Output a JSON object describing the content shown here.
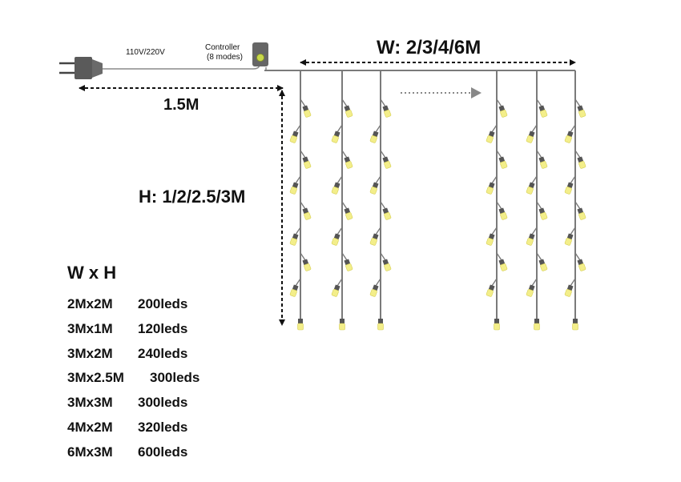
{
  "labels": {
    "voltage": "110V/220V",
    "controller_line1": "Controller",
    "controller_line2": "(8 modes)",
    "width": "W: 2/3/4/6M",
    "lead_cord": "1.5M",
    "height": "H: 1/2/2.5/3M"
  },
  "spec_table": {
    "heading": "W x H",
    "rows": [
      {
        "size": "2Mx2M",
        "leds": "200leds"
      },
      {
        "size": "3Mx1M",
        "leds": "120leds"
      },
      {
        "size": "3Mx2M",
        "leds": "240leds"
      },
      {
        "size": "3Mx2.5M",
        "leds": "300leds"
      },
      {
        "size": "3Mx3M",
        "leds": "300leds"
      },
      {
        "size": "4Mx2M",
        "leds": "320leds"
      },
      {
        "size": "6Mx3M",
        "leds": "600leds"
      }
    ]
  },
  "colors": {
    "wire": "#7a7a7a",
    "led_glow": "#f3ee8a",
    "socket": "#555555",
    "controller_body": "#666666",
    "controller_button": "#c8d84a",
    "arrow": "#888888",
    "dimension": "#111111"
  }
}
